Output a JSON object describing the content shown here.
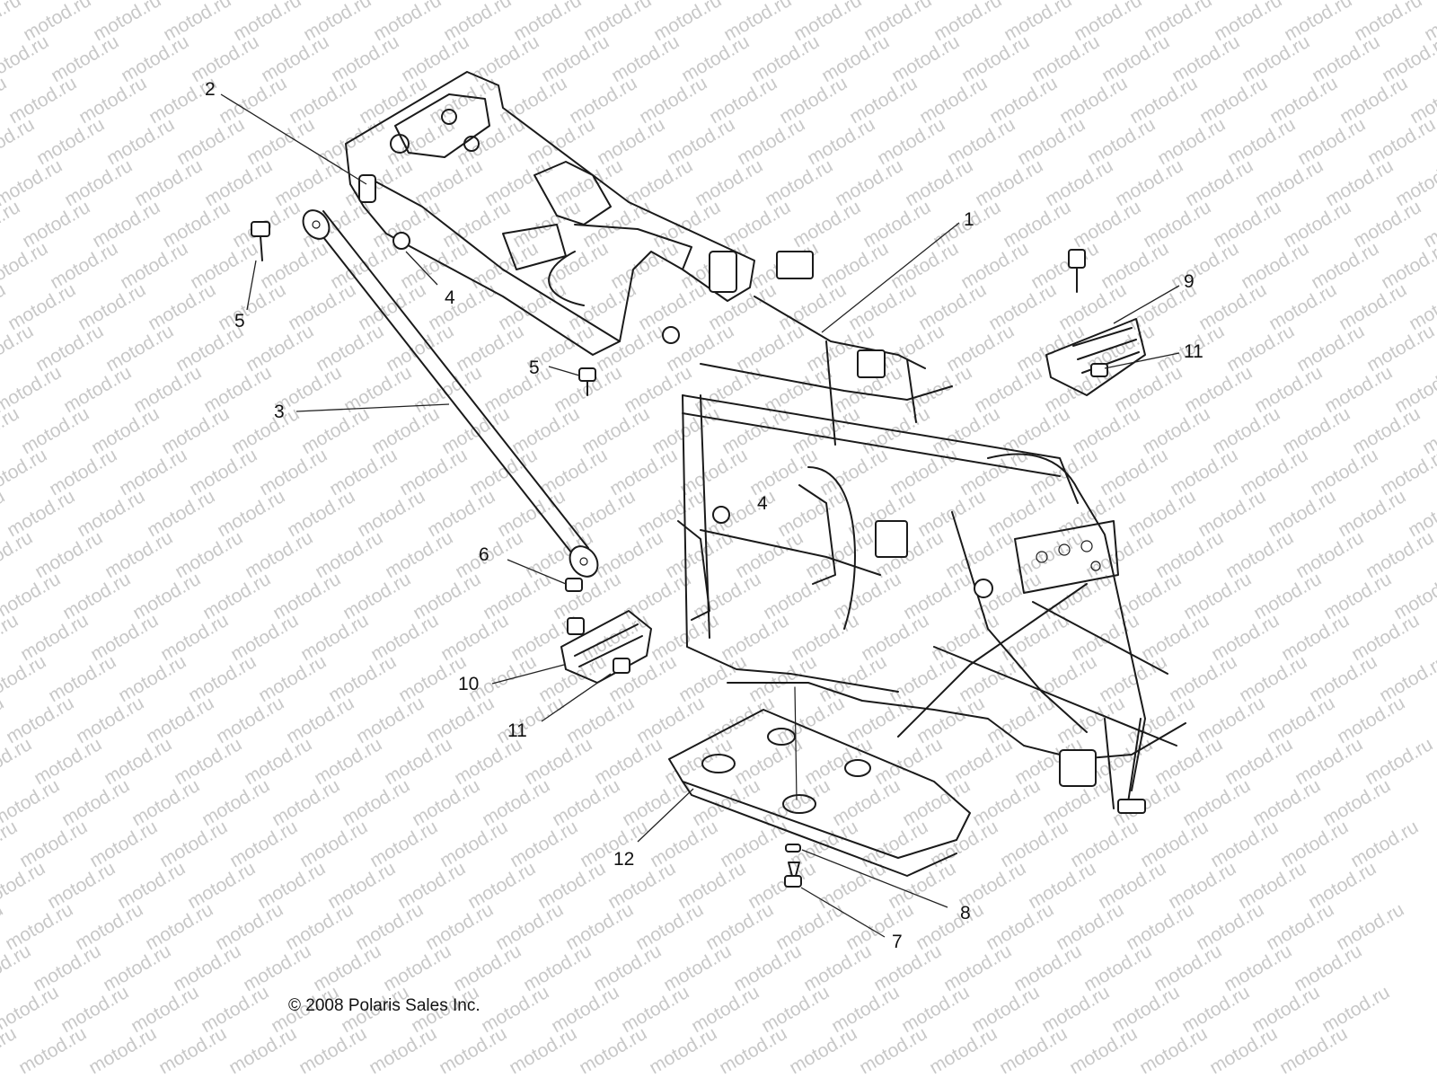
{
  "watermark": "motod.ru",
  "copyright": "© 2008 Polaris Sales Inc.",
  "callouts": {
    "c1": "1",
    "c2": "2",
    "c3": "3",
    "c4a": "4",
    "c4b": "4",
    "c5a": "5",
    "c5b": "5",
    "c6": "6",
    "c7": "7",
    "c8": "8",
    "c9": "9",
    "c10": "10",
    "c11a": "11",
    "c11b": "11",
    "c12": "12"
  }
}
